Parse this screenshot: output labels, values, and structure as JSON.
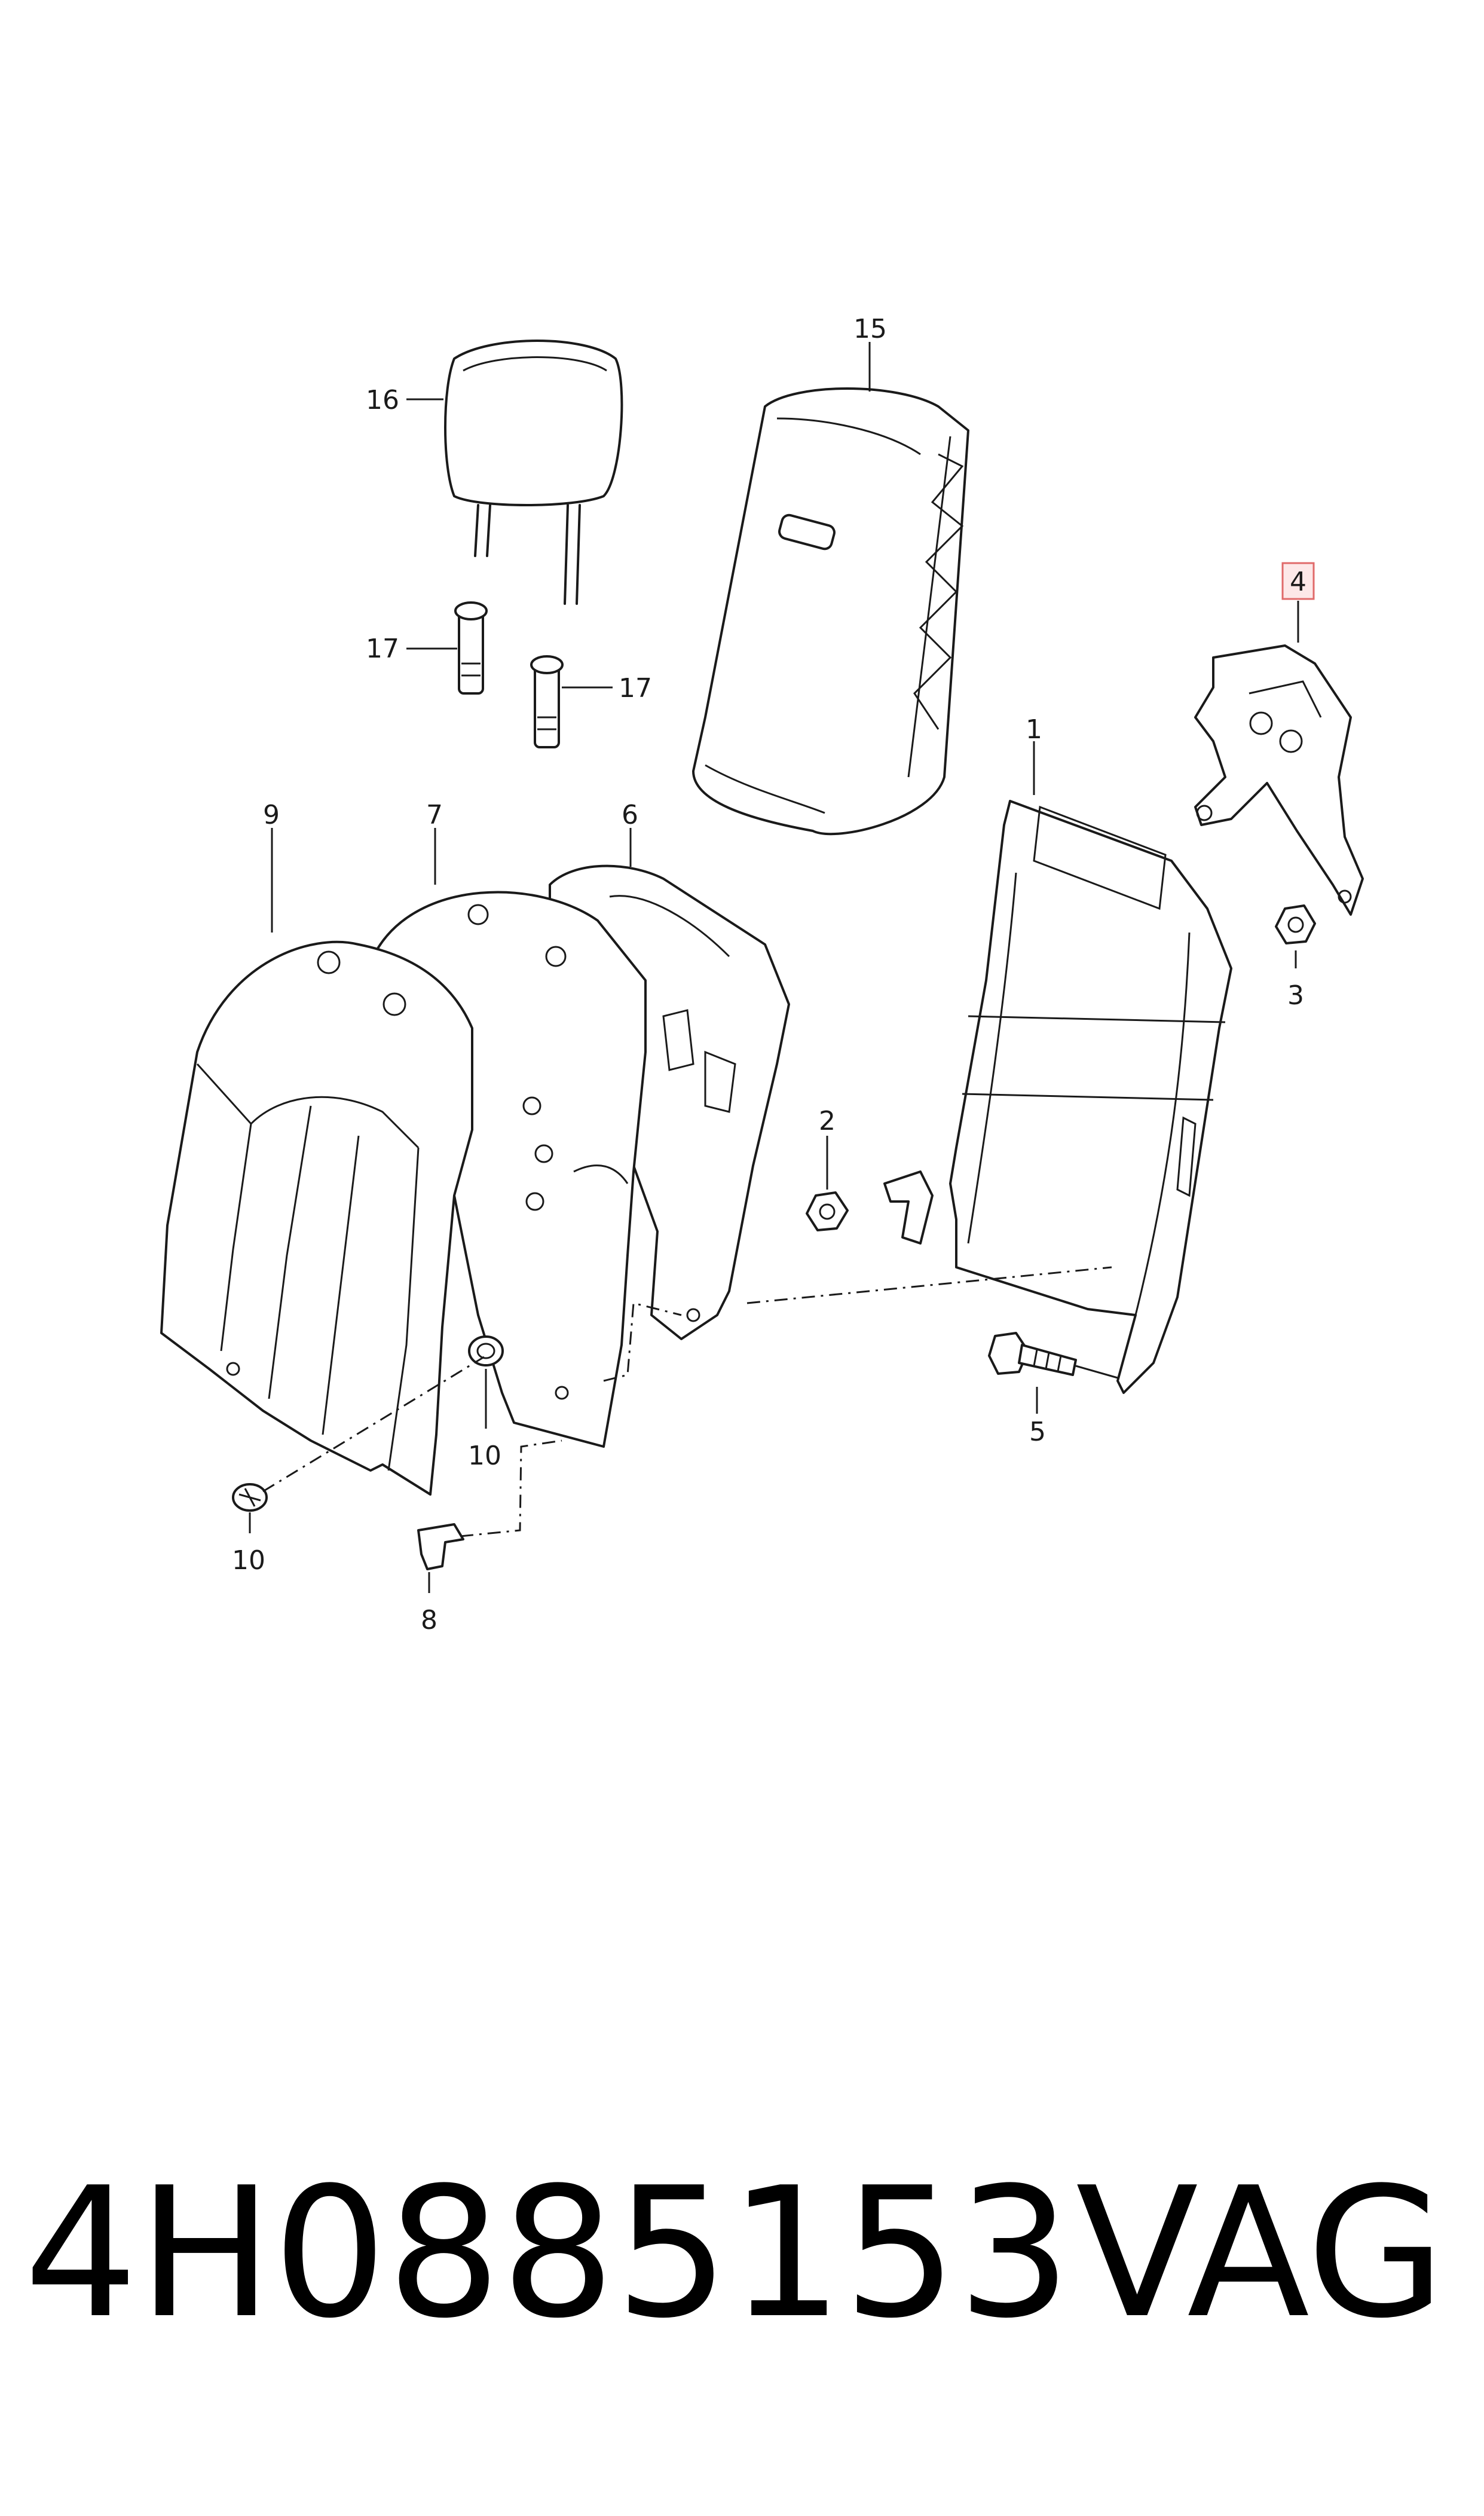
{
  "callouts": {
    "c1": "1",
    "c2": "2",
    "c3": "3",
    "c4": "4",
    "c5": "5",
    "c6": "6",
    "c7": "7",
    "c8": "8",
    "c9": "9",
    "c10a": "10",
    "c10b": "10",
    "c15": "15",
    "c16": "16",
    "c17a": "17",
    "c17b": "17"
  },
  "highlighted_callout": "4",
  "highlight_color": "#e06a6a",
  "footer": {
    "part_number": "4H0885153",
    "brand": "VAG"
  }
}
